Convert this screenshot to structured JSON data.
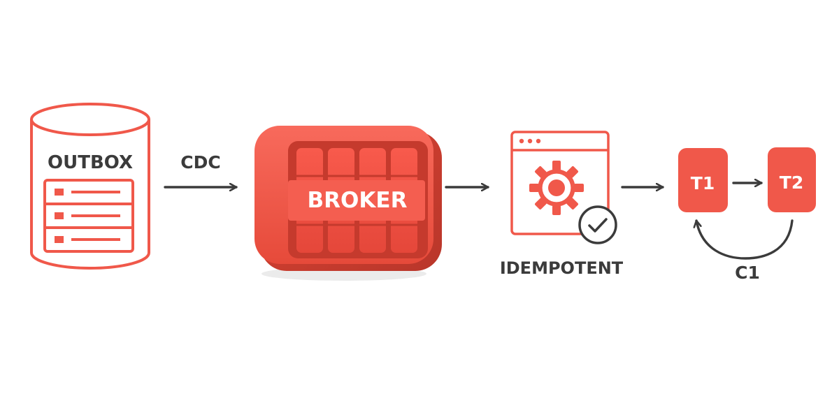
{
  "nodes": {
    "outbox": {
      "label": "OUTBOX"
    },
    "broker": {
      "label": "BROKER"
    },
    "consumer": {
      "label": "IDEMPOTENT"
    },
    "t1": {
      "label": "T1"
    },
    "t2": {
      "label": "T2"
    }
  },
  "edges": {
    "cdc": {
      "label": "CDC"
    },
    "c1": {
      "label": "C1"
    }
  },
  "colors": {
    "accent": "#f0584a",
    "accent_dark": "#d8402f",
    "ink": "#3b3b3b"
  }
}
